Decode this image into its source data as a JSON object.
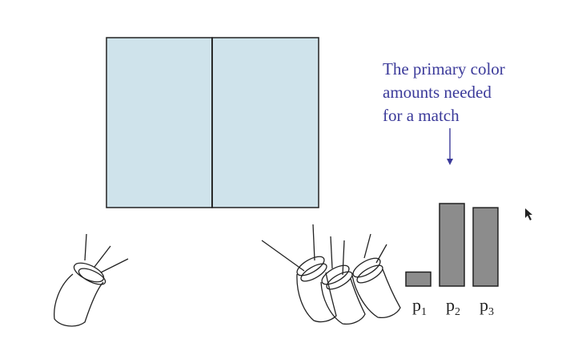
{
  "caption": {
    "line1": "The primary color",
    "line2": "amounts needed",
    "line3": "for a match"
  },
  "field_color": "#cfe3eb",
  "bar_color": "#8c8c8c",
  "caption_color": "#3b3a9a",
  "chart_data": {
    "type": "bar",
    "categories": [
      "p1",
      "p2",
      "p3"
    ],
    "values": [
      0.17,
      1.0,
      0.95
    ],
    "labels": [
      {
        "base": "p",
        "sub": "1"
      },
      {
        "base": "p",
        "sub": "2"
      },
      {
        "base": "p",
        "sub": "3"
      }
    ]
  }
}
